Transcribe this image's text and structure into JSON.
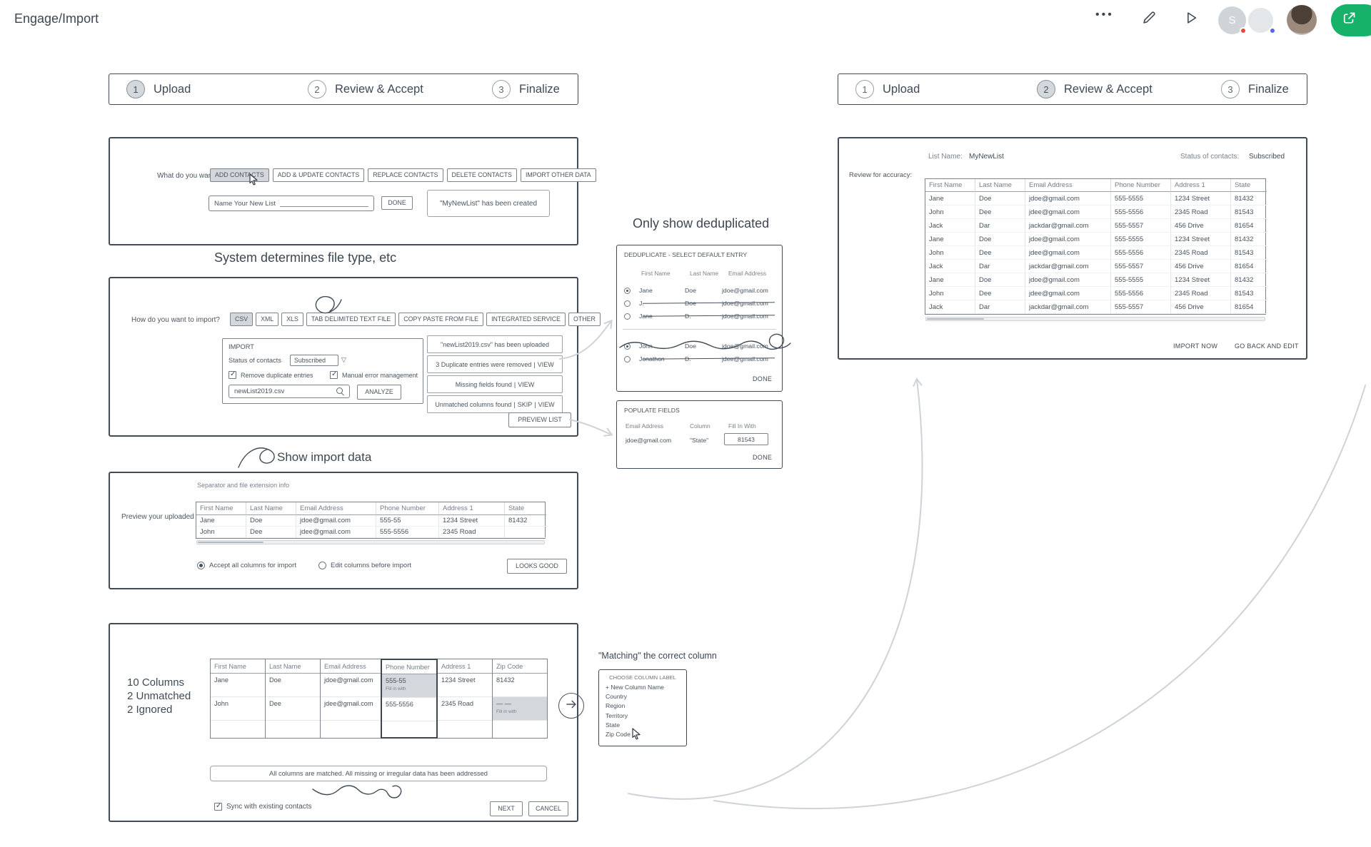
{
  "icons": {
    "more": "•••",
    "dropdown": "▽"
  },
  "topbar": {
    "title": "Engage/Import",
    "avatar_initial": "S"
  },
  "steppers": {
    "steps": [
      {
        "num": "1",
        "label": "Upload"
      },
      {
        "num": "2",
        "label": "Review & Accept"
      },
      {
        "num": "3",
        "label": "Finalize"
      }
    ]
  },
  "annotations": {
    "file_type": "System determines file type, etc",
    "show_import": "Show import data",
    "dedup": "Only show deduplicated",
    "matching": "\"Matching\" the correct column",
    "separator_hint": "Separator and file extension info"
  },
  "intent": {
    "prompt": "What do you want to do?",
    "buttons": [
      "ADD CONTACTS",
      "ADD & UPDATE CONTACTS",
      "REPLACE CONTACTS",
      "DELETE CONTACTS",
      "IMPORT OTHER DATA"
    ],
    "name_input": "Name Your New List",
    "done": "DONE",
    "note": "\"MyNewList\" has been created"
  },
  "importer": {
    "prompt": "How do you want to import?",
    "buttons": [
      "CSV",
      "XML",
      "XLS",
      "TAB DELIMITED TEXT FILE",
      "COPY PASTE FROM FILE",
      "INTEGRATED SERVICE",
      "OTHER"
    ],
    "panel": {
      "title": "IMPORT",
      "status_label": "Status of contacts",
      "status_value": "Subscribed",
      "check1": "Remove duplicate entries",
      "check2": "Manual error management",
      "file_name": "newList2019.csv",
      "analyze": "ANALYZE"
    },
    "status": {
      "line1": "\"newList2019.csv\" has been uploaded",
      "line2": "3 Duplicate entries were removed",
      "line3": "Missing fields found",
      "line4": "Unmatched columns found",
      "view": "VIEW",
      "skip": "SKIP",
      "sep": "|"
    },
    "preview_btn": "PREVIEW LIST"
  },
  "preview": {
    "label": "Preview your uploaded list:",
    "headers": [
      "First Name",
      "Last Name",
      "Email Address",
      "Phone Number",
      "Address 1",
      "State"
    ],
    "rows": [
      [
        "Jane",
        "Doe",
        "jdoe@gmail.com",
        "555-55",
        "1234 Street",
        "81432"
      ],
      [
        "John",
        "Dee",
        "jdee@gmail.com",
        "555-5556",
        "2345 Road",
        ""
      ]
    ],
    "radio1": "Accept all columns for import",
    "radio2": "Edit columns before import",
    "looks_good": "LOOKS GOOD"
  },
  "columns": {
    "stats": [
      "10 Columns",
      "2 Unmatched",
      "2 Ignored"
    ],
    "cols": [
      {
        "header": "First Name",
        "r1": "Jane",
        "r2": "John"
      },
      {
        "header": "Last Name",
        "r1": "Doe",
        "r2": "Dee"
      },
      {
        "header": "Email Address",
        "r1": "jdoe@gmail.com",
        "r2": "jdee@gmail.com"
      },
      {
        "header": "Phone Number",
        "r1": "555-55",
        "r1_note": "Fill in with",
        "r2": "555-5556"
      },
      {
        "header": "Address 1",
        "r1": "1234 Street",
        "r2": "2345 Road"
      },
      {
        "header": "Zip Code",
        "r1": "81432",
        "r2": "— —",
        "r2_note": "Fill in with"
      }
    ],
    "note": "All columns are matched. All missing or irregular data has been addressed",
    "sync": "Sync with existing contacts",
    "next": "NEXT",
    "cancel": "CANCEL"
  },
  "dedupe": {
    "title": "DEDUPLICATE - SELECT DEFAULT ENTRY",
    "headers": [
      "First Name",
      "Last Name",
      "Email Address"
    ],
    "rows": [
      {
        "first": "Jane",
        "last": "Doe",
        "email": "jdoe@gmail.com"
      },
      {
        "first": "J.",
        "last": "Doe",
        "email": "jdoe@gmail.com"
      },
      {
        "first": "Jane",
        "last": "D.",
        "email": "jdoe@gmail.com"
      },
      {
        "first": "John",
        "last": "Doe",
        "email": "jdoe@gmail.com"
      },
      {
        "first": "Jonathon",
        "last": "D.",
        "email": "jdee@gmail.com"
      }
    ],
    "done": "DONE"
  },
  "populate": {
    "title": "POPULATE FIELDS",
    "headers": [
      "Email Address",
      "Column",
      "Fill In With"
    ],
    "row": [
      "jdoe@gmail.com",
      "\"State\"",
      "81543"
    ],
    "done": "DONE"
  },
  "choose": {
    "title": "CHOOSE COLUMN LABEL",
    "options": [
      "+ New Column Name",
      "Country",
      "Region",
      "Territory",
      "State",
      "Zip Code"
    ]
  },
  "review": {
    "list_label": "List Name:",
    "list_value": "MyNewList",
    "status_label": "Status of contacts:",
    "status_value": "Subscribed",
    "accuracy": "Review for accuracy:",
    "headers": [
      "First Name",
      "Last Name",
      "Email Address",
      "Phone Number",
      "Address 1",
      "State"
    ],
    "rows": [
      [
        "Jane",
        "Doe",
        "jdoe@gmail.com",
        "555-5555",
        "1234 Street",
        "81432"
      ],
      [
        "John",
        "Dee",
        "jdee@gmail.com",
        "555-5556",
        "2345 Road",
        "81543"
      ],
      [
        "Jack",
        "Dar",
        "jackdar@gmail.com",
        "555-5557",
        "456 Drive",
        "81654"
      ],
      [
        "Jane",
        "Doe",
        "jdoe@gmail.com",
        "555-5555",
        "1234 Street",
        "81432"
      ],
      [
        "John",
        "Dee",
        "jdee@gmail.com",
        "555-5556",
        "2345 Road",
        "81543"
      ],
      [
        "Jack",
        "Dar",
        "jackdar@gmail.com",
        "555-5557",
        "456 Drive",
        "81654"
      ],
      [
        "Jane",
        "Doe",
        "jdoe@gmail.com",
        "555-5555",
        "1234 Street",
        "81432"
      ],
      [
        "John",
        "Dee",
        "jdee@gmail.com",
        "555-5556",
        "2345 Road",
        "81543"
      ],
      [
        "Jack",
        "Dar",
        "jackdar@gmail.com",
        "555-5557",
        "456 Drive",
        "81654"
      ]
    ],
    "import_now": "IMPORT NOW",
    "go_back": "GO BACK AND EDIT"
  }
}
